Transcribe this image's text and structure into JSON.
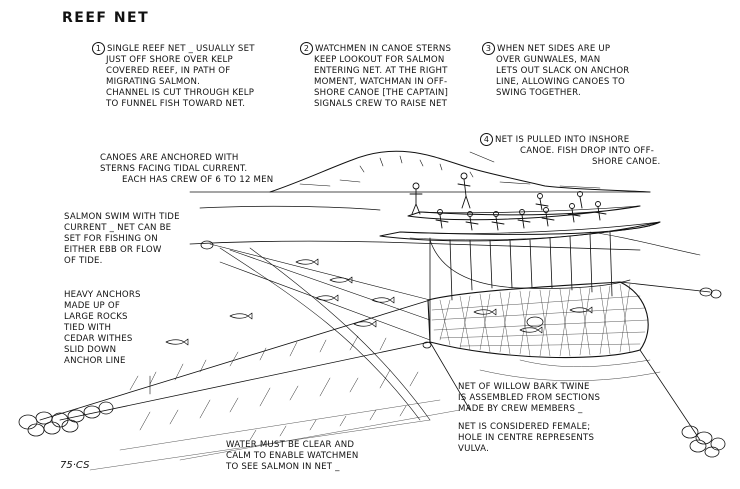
{
  "title": "REEF NET",
  "signature": "75·CS",
  "notes": [
    {
      "number": "1",
      "lines": [
        "SINGLE REEF NET _ USUALLY SET",
        "JUST OFF SHORE OVER KELP",
        "COVERED REEF, IN PATH OF",
        "MIGRATING SALMON.",
        "CHANNEL IS CUT THROUGH KELP",
        "TO FUNNEL FISH TOWARD NET."
      ]
    },
    {
      "number": "2",
      "lines": [
        "WATCHMEN IN CANOE STERNS",
        "KEEP LOOKOUT FOR SALMON",
        "ENTERING NET. AT THE RIGHT",
        "MOMENT, WATCHMAN IN OFF-",
        "SHORE CANOE [THE CAPTAIN]",
        "SIGNALS CREW TO RAISE NET"
      ]
    },
    {
      "number": "3",
      "lines": [
        "WHEN NET SIDES ARE UP",
        "OVER GUNWALES, MAN",
        "LETS OUT SLACK ON ANCHOR",
        "LINE, ALLOWING CANOES TO",
        "SWING TOGETHER."
      ]
    },
    {
      "number": "4",
      "lines": [
        "NET IS PULLED INTO INSHORE",
        "CANOE. FISH DROP INTO OFF-",
        "SHORE CANOE."
      ]
    }
  ],
  "labels": {
    "canoes": [
      "CANOES ARE ANCHORED WITH",
      "STERNS FACING TIDAL CURRENT.",
      "EACH HAS CREW OF 6 TO 12 MEN"
    ],
    "salmon": [
      "SALMON SWIM WITH TIDE",
      "CURRENT _ NET CAN BE",
      "SET FOR FISHING ON",
      "EITHER EBB OR FLOW",
      "OF TIDE."
    ],
    "anchors": [
      "HEAVY ANCHORS",
      "MADE UP OF",
      "LARGE ROCKS",
      "TIED WITH",
      "CEDAR WITHES",
      "SLID DOWN",
      "ANCHOR LINE"
    ],
    "willow": [
      "NET OF WILLOW BARK TWINE",
      "IS ASSEMBLED FROM SECTIONS",
      "MADE BY CREW MEMBERS _"
    ],
    "female": [
      "NET IS CONSIDERED FEMALE;",
      "HOLE IN CENTRE REPRESENTS",
      "VULVA."
    ],
    "water": [
      "WATER MUST BE CLEAR AND",
      "CALM TO ENABLE WATCHMEN",
      "TO SEE SALMON IN NET _"
    ]
  }
}
